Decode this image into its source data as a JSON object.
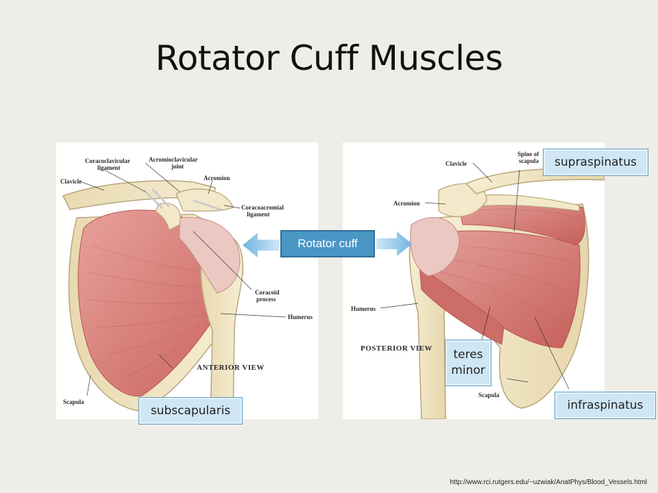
{
  "slide": {
    "title": "Rotator Cuff Muscles",
    "source_url": "http://www.rci.rutgers.edu/~uzwiak/AnatPhys/Blood_Vessels.html"
  },
  "anterior": {
    "view_label": "ANTERIOR VIEW",
    "labels": {
      "coracoclavicular_1": "Coracoclavicular",
      "coracoclavicular_2": "ligament",
      "acromioclavicular_1": "Acromioclavicular",
      "acromioclavicular_2": "joint",
      "acromion": "Acromion",
      "clavicle": "Clavicle",
      "coracoacromial_1": "Coracoacromial",
      "coracoacromial_2": "ligament",
      "coracoid_1": "Coracoid",
      "coracoid_2": "process",
      "humerus": "Humerus",
      "scapula": "Scapula"
    }
  },
  "posterior": {
    "view_label": "POSTERIOR VIEW",
    "labels": {
      "spine_1": "Spine of",
      "spine_2": "scapula",
      "clavicle": "Clavicle",
      "acromion": "Acromion",
      "humerus": "Humerus",
      "scapula": "Scapula"
    }
  },
  "callouts": {
    "rotator_cuff": "Rotator cuff",
    "supraspinatus": "supraspinatus",
    "subscapularis": "subscapularis",
    "teres_minor_1": "teres",
    "teres_minor_2": "minor",
    "infraspinatus": "infraspinatus"
  },
  "colors": {
    "muscle": "#d9827e",
    "bone": "#efe3c0",
    "callout_fill": "#cfe6f4",
    "rotator_fill": "#4a97c6",
    "arrow": "#8ec7ea"
  }
}
